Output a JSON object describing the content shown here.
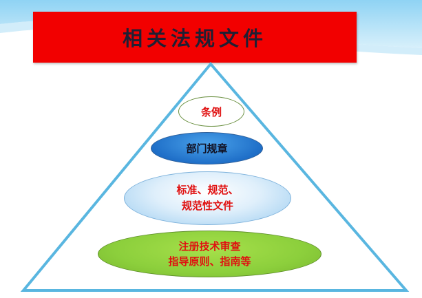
{
  "title": "相关法规文件",
  "colors": {
    "banner": "#f20000",
    "pyramid_stroke": "#59b6e0",
    "level_1_fill": "#ffffff",
    "level_2_fill": "#1f6fc8",
    "level_3_fill": "#dfeffb",
    "level_4_fill": "#8ccf3c",
    "label_red": "#e01010"
  },
  "levels": [
    {
      "lines": [
        "条例"
      ]
    },
    {
      "lines": [
        "部门规章"
      ]
    },
    {
      "lines": [
        "标准、规范、",
        "规范性文件"
      ]
    },
    {
      "lines": [
        "注册技术审查",
        "指导原则、指南等"
      ]
    }
  ]
}
